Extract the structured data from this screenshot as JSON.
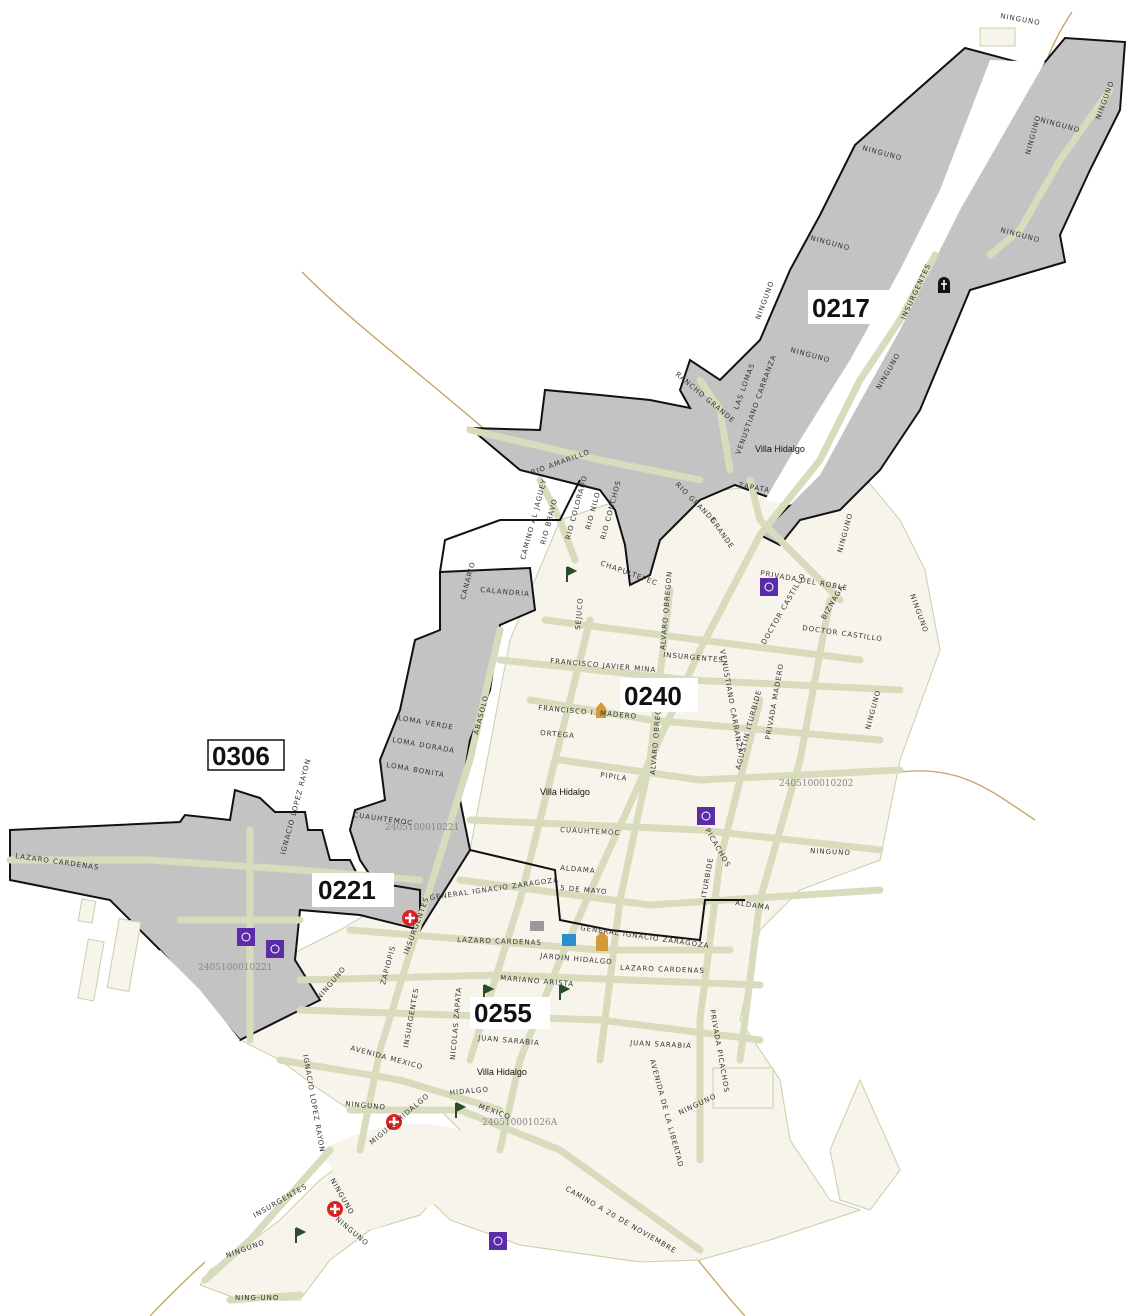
{
  "map": {
    "sections": [
      {
        "label": "0217",
        "boxed": false
      },
      {
        "label": "0240",
        "boxed": false
      },
      {
        "label": "0306",
        "boxed": true
      },
      {
        "label": "0221",
        "boxed": false
      },
      {
        "label": "0255",
        "boxed": false
      }
    ],
    "places": [
      "Villa Hidalgo",
      "Villa Hidalgo",
      "Villa Hidalgo"
    ],
    "codes": [
      "2405100010202",
      "2405100010221",
      "2405100010221",
      "240510001026A"
    ],
    "streets": [
      "NINGUNO",
      "NINGUNO",
      "NINGUNO",
      "NINGUNO",
      "NINGUNO",
      "NINGUNO",
      "NINGUNO",
      "NINGUNO",
      "NINGUNO",
      "NINGUNO",
      "INSURGENTES",
      "RANCHO GRANDE",
      "LAS LOMAS",
      "VENUSTIANO CARRANZA",
      "ZAPATA",
      "RIO GRANDE",
      "GRANDE",
      "RIO AMARILLO",
      "CAMINO AL JAGUEY",
      "RIO BRAVO",
      "RIO COLORADO",
      "RIO NILO",
      "RIO CONCHOS",
      "CHAPULTEPEC",
      "PRIVADA DEL ROBLE",
      "DOCTOR CASTILLO",
      "DOCTOR CASTILLO",
      "BIZNAGA",
      "CANARIO",
      "CALANDRIA",
      "SEJUCO",
      "ALVARO OBREGON",
      "VENUSTIANO CARRANZA",
      "INSURGENTES",
      "FRANCISCO JAVIER MINA",
      "FRANCISCO I. MADERO",
      "AGUSTIN ITURBIDE",
      "PRIVADA MADERO",
      "LOMA VERDE",
      "LOMA DORADA",
      "LOMA BONITA",
      "ABASOLO",
      "ORTEGA",
      "PIPILA",
      "ALVARO OBREGON",
      "CUAUHTEMOC",
      "CUAUHTEMOC",
      "PICACHOS",
      "NINGUNO",
      "ALDAMA",
      "5 DE MAYO",
      "ITURBIDE",
      "ALDAMA",
      "GENERAL IGNACIO ZARAGOZA",
      "GENERAL IGNACIO ZARAGOZA",
      "LAZARO CARDENAS",
      "LAZARO CARDENAS",
      "JARDIN HIDALGO",
      "LAZARO CARDENAS",
      "MARIANO ARISTA",
      "IGNACIO LOPEZ RAYON",
      "NINGUNO",
      "ZAPIOPIS",
      "INSURGENTES",
      "INSURGENTES",
      "NICOLAS ZAPATA",
      "JUAN SARABIA",
      "JUAN SARABIA",
      "AVENIDA MEXICO",
      "IGNACIO LOPEZ RAYON",
      "NINGUNO",
      "AVENIDA DE LA LIBERTAD",
      "PRIVADA PICACHOS",
      "NINGUNO",
      "HIDALGO",
      "MEXICO",
      "MIGUEL HIDALGO",
      "INSURGENTES",
      "NINGUNO",
      "NINGUNO",
      "NINGUNO",
      "CAMINO A 20 DE NOVIEMBRE",
      "NING-UNO",
      "NINGUNO",
      "NINGUNO",
      "NINGUNO"
    ]
  }
}
